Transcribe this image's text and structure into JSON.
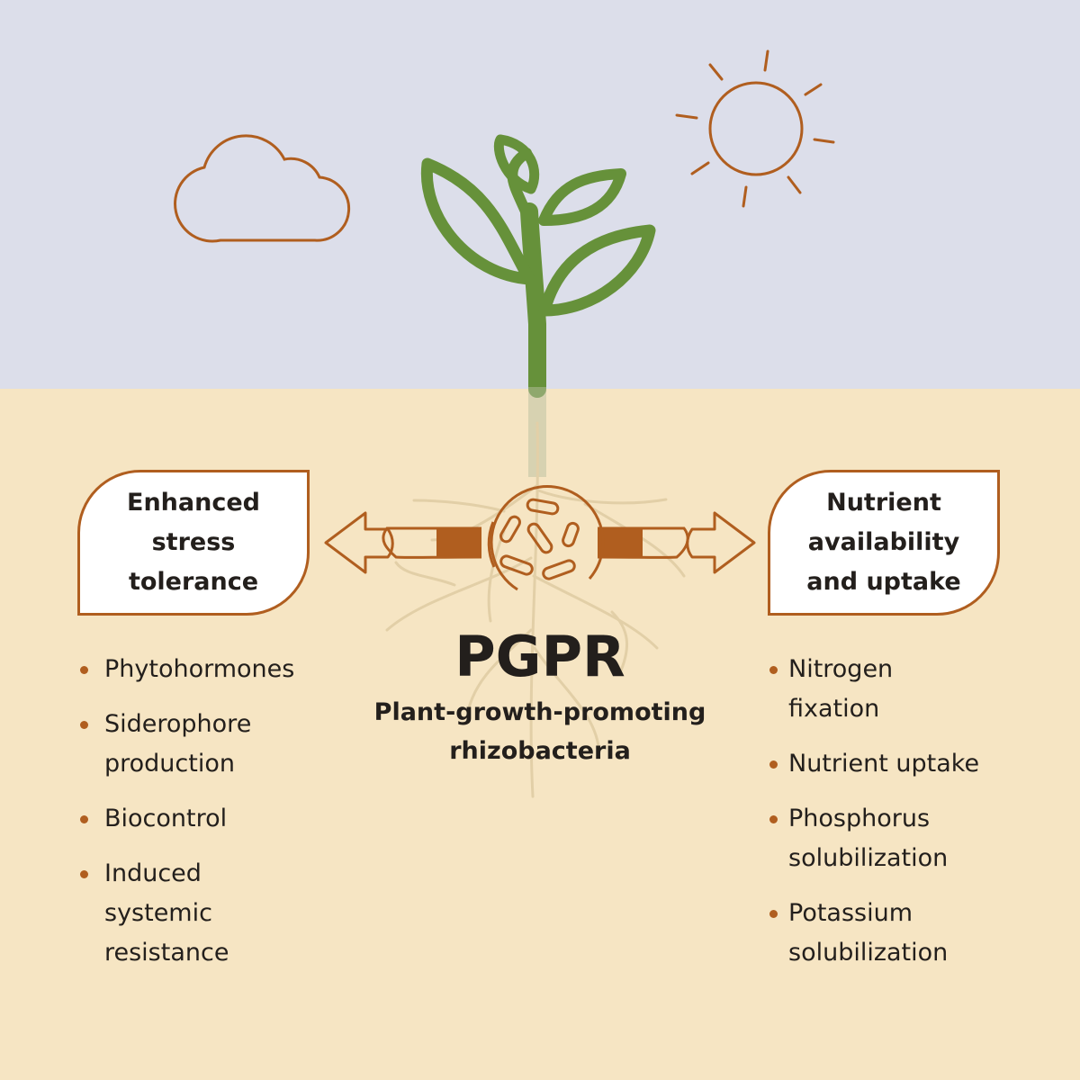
{
  "colors": {
    "sky": "#dcdeea",
    "soil": "#f6e5c3",
    "accent": "#b05e1f",
    "plant": "#66913a",
    "roots": "#e2cfa7",
    "text": "#231f1c"
  },
  "icons": [
    "sun-icon",
    "cloud-icon",
    "plant-icon",
    "roots-icon",
    "bacteria-icon",
    "left-arrow-icon",
    "right-arrow-icon"
  ],
  "left_card": {
    "title": "Enhanced\nstress\ntolerance"
  },
  "right_card": {
    "title": "Nutrient\navailability\nand uptake"
  },
  "left_list": [
    "Phytohormones",
    "Siderophore\nproduction",
    "Biocontrol",
    "Induced\nsystemic\nresistance"
  ],
  "right_list": [
    "Nitrogen\nfixation",
    "Nutrient uptake",
    "Phosphorus\nsolubilization",
    "Potassium\nsolubilization"
  ],
  "center": {
    "title": "PGPR",
    "subtitle": "Plant-growth-promoting\nrhizobacteria"
  }
}
